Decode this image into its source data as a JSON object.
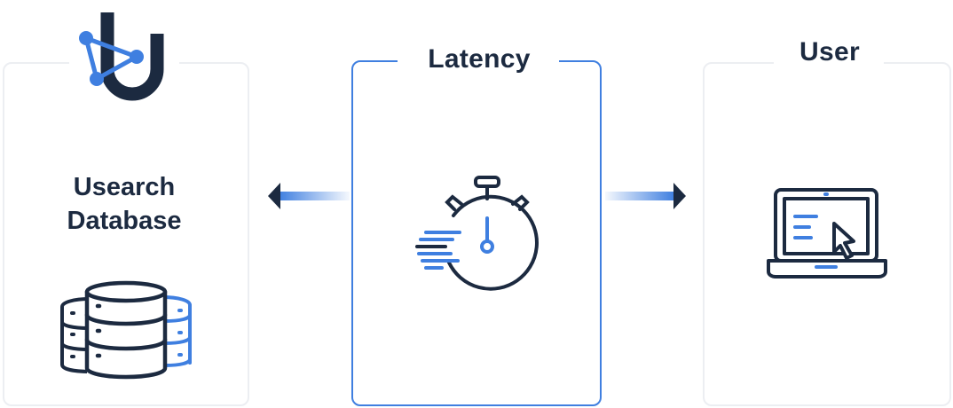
{
  "latency": {
    "title": "Latency"
  },
  "user": {
    "title": "User"
  },
  "database": {
    "line1": "Usearch",
    "line2": "Database"
  },
  "colors": {
    "navy": "#1c2a40",
    "blue": "#3f7fe0",
    "panel_border": "#eceef2"
  },
  "icons": {
    "logo": "usearch-logo",
    "database": "database-icon",
    "stopwatch": "stopwatch-icon",
    "laptop": "laptop-cursor-icon",
    "arrow_left": "arrow-left-icon",
    "arrow_right": "arrow-right-icon"
  }
}
